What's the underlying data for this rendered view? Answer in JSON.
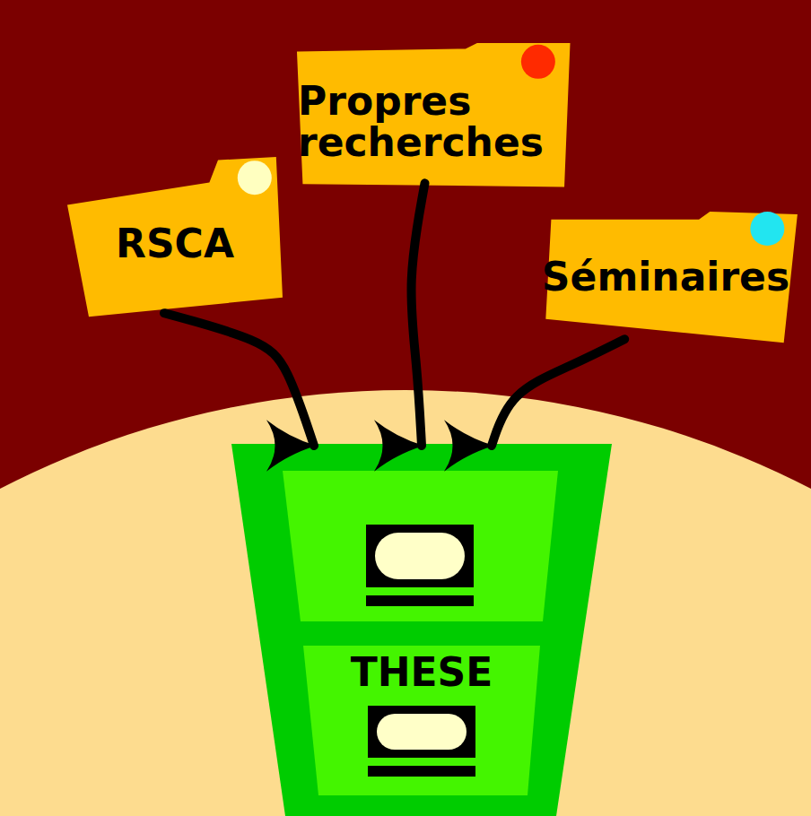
{
  "diagram": {
    "nodes": [
      {
        "text": [
          "Propres recherches"
        ]
      },
      {
        "text": [
          "RSCA"
        ]
      },
      {
        "text": [
          "Séminaires"
        ]
      },
      {
        "text": [
          "THESE"
        ]
      }
    ],
    "edges": [
      {
        "from": 1,
        "to": 3,
        "arrow": "to"
      },
      {
        "from": 0,
        "to": 3,
        "arrow": "to"
      },
      {
        "from": 2,
        "to": 3,
        "arrow": "to"
      }
    ]
  }
}
